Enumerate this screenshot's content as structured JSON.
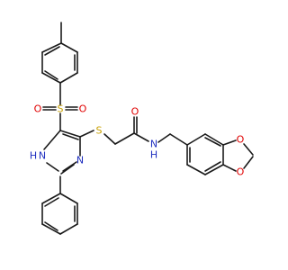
{
  "molecule": {
    "atoms": [
      {
        "id": "methyl",
        "label": ""
      },
      {
        "id": "S1",
        "label": "S",
        "color": "#c8a000"
      },
      {
        "id": "O1",
        "label": "O",
        "color": "#e00000"
      },
      {
        "id": "O2",
        "label": "O",
        "color": "#e00000"
      },
      {
        "id": "S2",
        "label": "S",
        "color": "#c8a000"
      },
      {
        "id": "O3",
        "label": "O",
        "color": "#e00000"
      },
      {
        "id": "N_amide",
        "label": "N",
        "color": "#2030c0"
      },
      {
        "id": "H_amide",
        "label": "H",
        "color": "#2030c0"
      },
      {
        "id": "N_im1",
        "label": "N",
        "color": "#2030c0"
      },
      {
        "id": "H_im1",
        "label": "H",
        "color": "#2030c0"
      },
      {
        "id": "N_im2",
        "label": "N",
        "color": "#2030c0"
      },
      {
        "id": "O4",
        "label": "O",
        "color": "#e00000"
      },
      {
        "id": "O5",
        "label": "O",
        "color": "#e00000"
      }
    ],
    "bond_color": "#1a1a1a"
  }
}
